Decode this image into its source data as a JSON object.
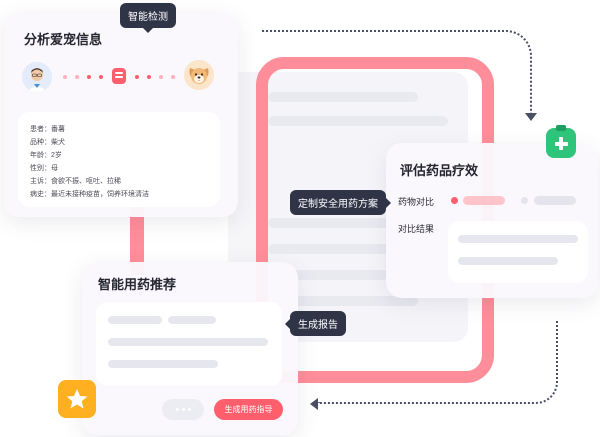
{
  "analyze_card": {
    "title": "分析爱宠信息",
    "detect_tag": "智能检测",
    "info": [
      {
        "label": "患者：",
        "value": "番薯"
      },
      {
        "label": "品种：",
        "value": "柴犬"
      },
      {
        "label": "年龄：",
        "value": "2岁"
      },
      {
        "label": "性别：",
        "value": "母"
      },
      {
        "label": "主诉：",
        "value": "食欲不振、呕吐、拉稀"
      },
      {
        "label": "病史：",
        "value": "最近未接种疫苗，饲养环境清洁"
      }
    ]
  },
  "evaluate_card": {
    "title": "评估药品疗效",
    "plan_tag": "定制安全用药方案",
    "compare_label": "药物对比",
    "result_label": "对比结果"
  },
  "recommend_card": {
    "title": "智能用药推荐",
    "report_tag": "生成报告",
    "generate_button": "生成用药指导"
  },
  "colors": {
    "accent": "#ff5f6d",
    "frame": "#ff8e9a",
    "tag_bg": "#2f3447",
    "clipboard_icon": "#2ec47a",
    "star_icon": "#ffb020"
  },
  "icons": [
    "doctor-avatar",
    "dog-avatar",
    "pill-icon",
    "clipboard-plus-icon",
    "star-icon"
  ]
}
